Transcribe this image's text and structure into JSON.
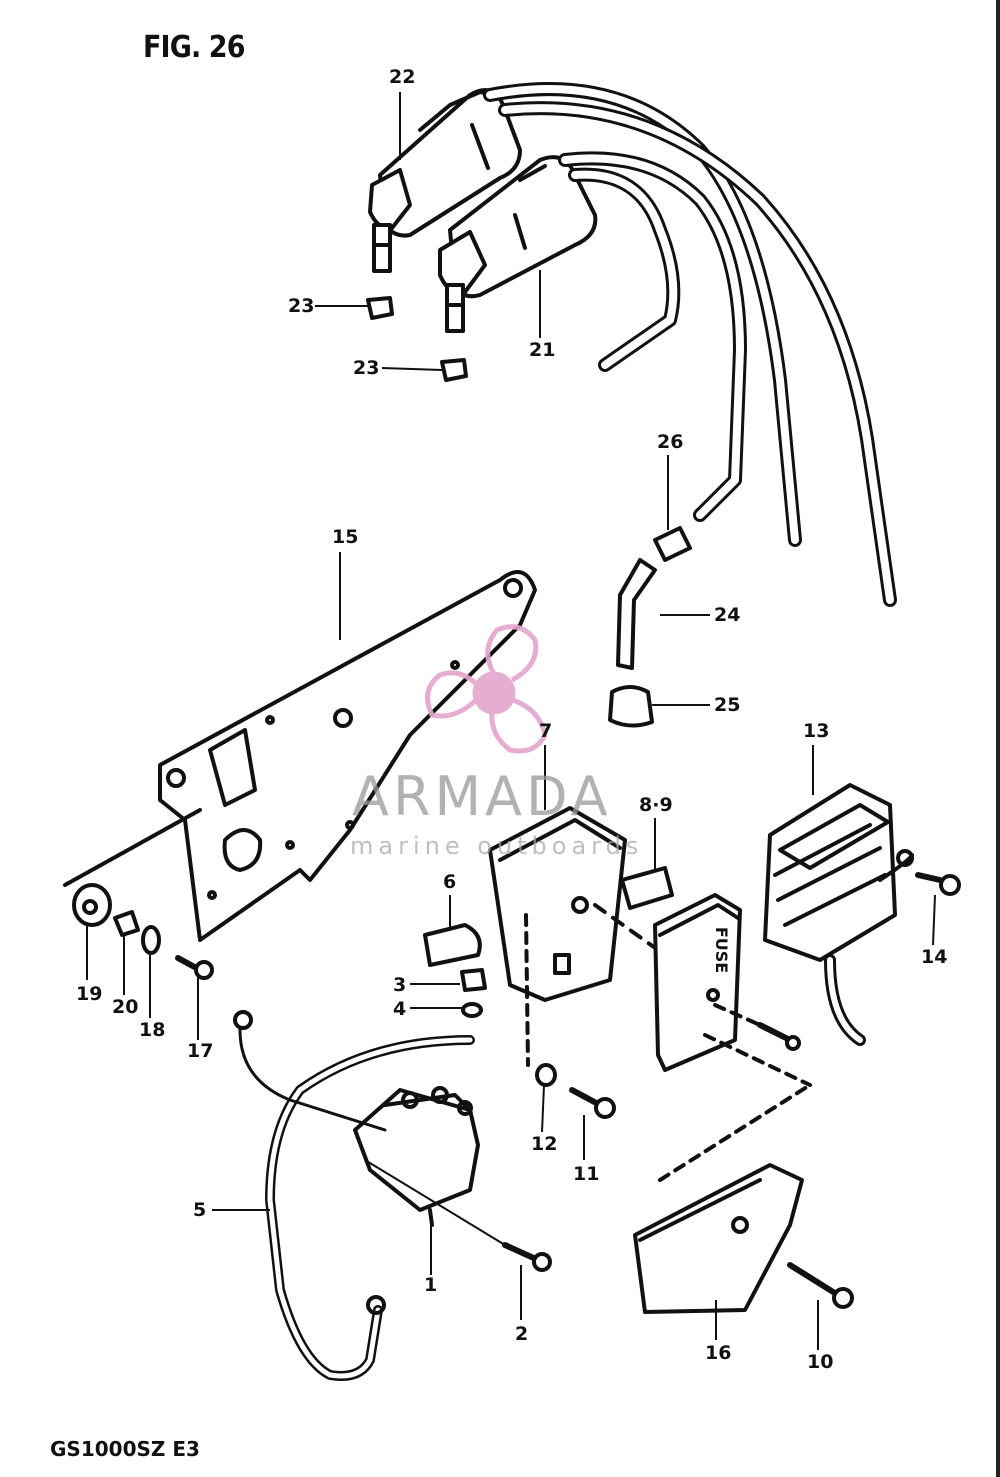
{
  "figure_title": "FIG. 26",
  "model_code": "GS1000SZ E3",
  "watermark": {
    "name": "ARMADA",
    "subtitle": "marine outboards"
  },
  "callouts": [
    {
      "id": "22",
      "text": "22"
    },
    {
      "id": "23a",
      "text": "23"
    },
    {
      "id": "23b",
      "text": "23"
    },
    {
      "id": "21",
      "text": "21"
    },
    {
      "id": "26",
      "text": "26"
    },
    {
      "id": "24",
      "text": "24"
    },
    {
      "id": "25",
      "text": "25"
    },
    {
      "id": "15",
      "text": "15"
    },
    {
      "id": "7",
      "text": "7"
    },
    {
      "id": "8-9",
      "text": "8·9"
    },
    {
      "id": "13",
      "text": "13"
    },
    {
      "id": "14",
      "text": "14"
    },
    {
      "id": "6",
      "text": "6"
    },
    {
      "id": "3",
      "text": "3"
    },
    {
      "id": "4",
      "text": "4"
    },
    {
      "id": "19",
      "text": "19"
    },
    {
      "id": "20",
      "text": "20"
    },
    {
      "id": "18",
      "text": "18"
    },
    {
      "id": "17",
      "text": "17"
    },
    {
      "id": "12",
      "text": "12"
    },
    {
      "id": "11",
      "text": "11"
    },
    {
      "id": "5",
      "text": "5"
    },
    {
      "id": "1",
      "text": "1"
    },
    {
      "id": "2",
      "text": "2"
    },
    {
      "id": "16",
      "text": "16"
    },
    {
      "id": "10",
      "text": "10"
    }
  ],
  "fuse_box_label": "FUSE",
  "colors": {
    "line": "#111111",
    "watermark_pink": "#e3a6cc",
    "watermark_gray": "#999999"
  }
}
